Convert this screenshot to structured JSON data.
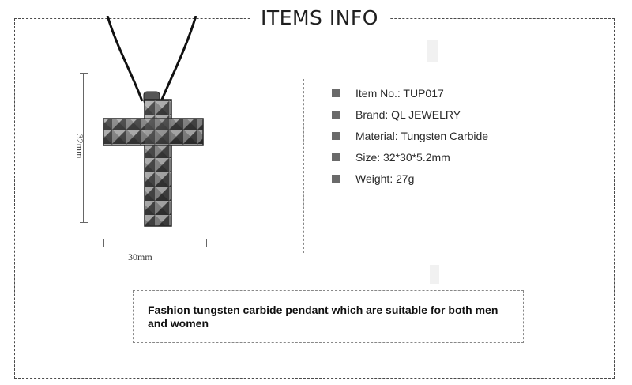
{
  "header": {
    "title": "ITEMS INFO"
  },
  "product": {
    "image_alt": "Tungsten carbide cross pendant on black cord",
    "height_label": "32mm",
    "width_label": "30mm"
  },
  "specs": [
    {
      "text": "Item No.: TUP017"
    },
    {
      "text": "Brand: QL JEWELRY"
    },
    {
      "text": "Material: Tungsten Carbide"
    },
    {
      "text": "Size: 32*30*5.2mm"
    },
    {
      "text": "Weight: 27g"
    }
  ],
  "description": {
    "text": "Fashion tungsten carbide pendant which are suitable for both men and women"
  },
  "colors": {
    "frame": "#4a4a4a",
    "bullet": "#6a6a6a",
    "metal": "#6e6e6e",
    "cord": "#111111"
  }
}
